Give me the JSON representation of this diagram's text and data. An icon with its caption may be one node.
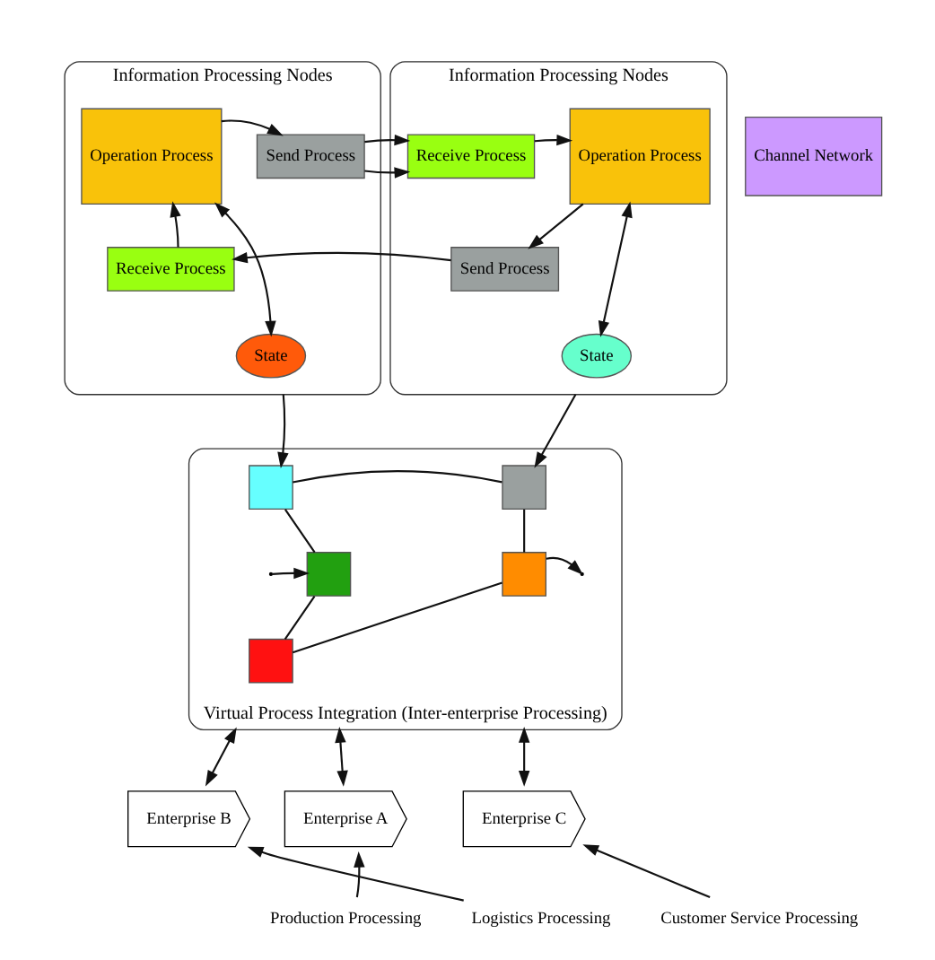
{
  "diagram": {
    "nodes": [
      {
        "text": [
          "Information Processing Nodes"
        ]
      },
      {
        "text": [
          "Operation Process"
        ],
        "in": 0
      },
      {
        "text": [
          "Send Process"
        ],
        "in": 0
      },
      {
        "text": [
          "Receive Process"
        ],
        "in": 0
      },
      {
        "text": [
          "State"
        ],
        "in": 0
      },
      {
        "text": [
          "Channel Network"
        ]
      },
      {
        "text": [
          "Information Processing Nodes"
        ]
      },
      {
        "text": [
          "Receive Process"
        ],
        "in": 6
      },
      {
        "text": [
          "Operation Process"
        ],
        "in": 6
      },
      {
        "text": [
          "Send Process"
        ],
        "in": 6
      },
      {
        "text": [
          "State"
        ],
        "in": 6
      },
      {
        "text": [
          "Virtual Process Integration (Inter-enterprise Processing)"
        ]
      },
      {
        "text": [],
        "shape": "square",
        "in": 11
      },
      {
        "text": [],
        "shape": "square",
        "in": 11
      },
      {
        "text": [],
        "shape": "square",
        "in": 11
      },
      {
        "text": [],
        "shape": "square",
        "in": 11
      },
      {
        "text": [],
        "shape": "square",
        "in": 11
      },
      {
        "text": [
          "Enterprise A"
        ]
      },
      {
        "text": [
          "Enterprise B"
        ]
      },
      {
        "text": [
          "Enterprise C"
        ]
      },
      {
        "text": [
          "Production Processing"
        ]
      },
      {
        "text": [
          "Logistics Processing"
        ]
      },
      {
        "text": [
          "Customer Service Processing"
        ]
      }
    ],
    "edges": [
      {
        "from": 1,
        "to": 2,
        "arrow": "to"
      },
      {
        "from": 2,
        "to": 7,
        "arrow": "to"
      },
      {
        "from": 7,
        "to": 8,
        "arrow": "to"
      },
      {
        "from": 8,
        "to": 9,
        "arrow": "to"
      },
      {
        "from": 9,
        "to": 3,
        "arrow": "to"
      },
      {
        "from": 3,
        "to": 1,
        "arrow": "to"
      },
      {
        "from": 1,
        "to": 4,
        "arrow": "both"
      },
      {
        "from": 8,
        "to": 10,
        "arrow": "both"
      },
      {
        "from": 0,
        "to": 13,
        "arrow": "to"
      },
      {
        "from": 6,
        "to": 14,
        "arrow": "to"
      },
      {
        "from": null,
        "to": 12,
        "arrow": "to"
      },
      {
        "from": 12,
        "to": 13,
        "arrow": "none"
      },
      {
        "from": 13,
        "to": 14,
        "arrow": "none"
      },
      {
        "from": 14,
        "to": 16,
        "arrow": "none"
      },
      {
        "from": 12,
        "to": 15,
        "arrow": "none"
      },
      {
        "from": 15,
        "to": 16,
        "arrow": "none"
      },
      {
        "from": 16,
        "to": null,
        "arrow": "to"
      },
      {
        "from": 11,
        "to": 17,
        "arrow": "both"
      },
      {
        "from": 11,
        "to": 18,
        "arrow": "both"
      },
      {
        "from": 11,
        "to": 19,
        "arrow": "both"
      },
      {
        "from": 20,
        "to": 17,
        "arrow": "to"
      },
      {
        "from": 21,
        "to": 18,
        "arrow": "to"
      },
      {
        "from": 22,
        "to": 19,
        "arrow": "to"
      }
    ]
  }
}
